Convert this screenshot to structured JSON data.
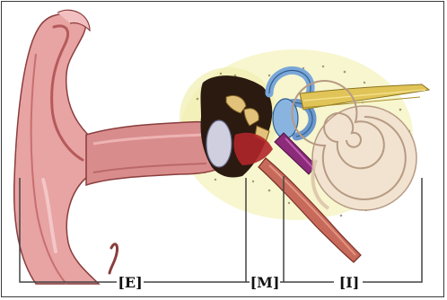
{
  "diagram": {
    "segments": [
      {
        "key": "outer",
        "label": "[E]"
      },
      {
        "key": "middle",
        "label": "[M]"
      },
      {
        "key": "inner",
        "label": "[I]"
      }
    ]
  },
  "colors": {
    "skin": "#e8a3a3",
    "skin_dark": "#c76f6f",
    "canal": "#d98c8c",
    "ossicles": "#e2c27a",
    "cochlea": "#f1e3cf",
    "cochlea_line": "#b79a84",
    "nerve": "#e0c458",
    "canals_blue": "#7aa7d8",
    "purple_tube": "#8b2b7a",
    "bone_glow": "#f4f3b8",
    "drum_dark": "#2a1a10",
    "bracket": "#444444"
  }
}
